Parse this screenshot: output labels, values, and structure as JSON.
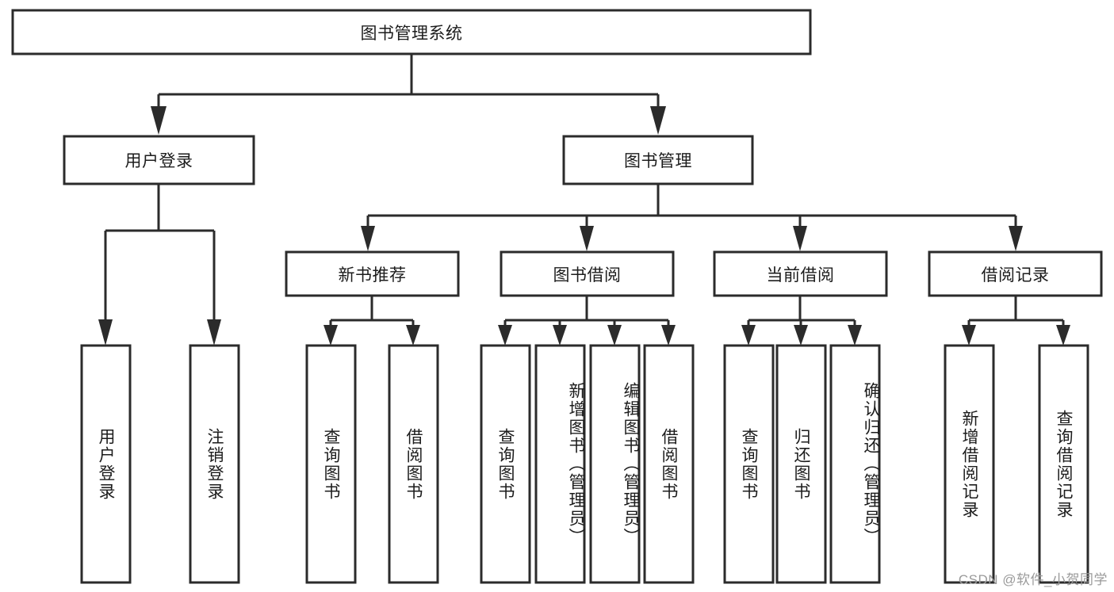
{
  "diagram": {
    "type": "hierarchy-tree",
    "title": "图书管理系统",
    "root": {
      "id": "root",
      "label": "图书管理系统"
    },
    "level2": [
      {
        "id": "user-login",
        "label": "用户登录"
      },
      {
        "id": "book-management",
        "label": "图书管理"
      }
    ],
    "level3": [
      {
        "id": "new-book-recommend",
        "label": "新书推荐",
        "parent": "book-management"
      },
      {
        "id": "book-borrow",
        "label": "图书借阅",
        "parent": "book-management"
      },
      {
        "id": "current-borrow",
        "label": "当前借阅",
        "parent": "book-management"
      },
      {
        "id": "borrow-record",
        "label": "借阅记录",
        "parent": "book-management"
      }
    ],
    "leaves": [
      {
        "id": "leaf-user-login",
        "label": "用户登录",
        "parent": "user-login"
      },
      {
        "id": "leaf-logout-login",
        "label": "注销登录",
        "parent": "user-login"
      },
      {
        "id": "leaf-query-book-1",
        "label": "查询图书",
        "parent": "new-book-recommend"
      },
      {
        "id": "leaf-borrow-book-1",
        "label": "借阅图书",
        "parent": "new-book-recommend"
      },
      {
        "id": "leaf-query-book-2",
        "label": "查询图书",
        "parent": "book-borrow"
      },
      {
        "id": "leaf-add-book",
        "label": "新增图书（管理员）",
        "parent": "book-borrow"
      },
      {
        "id": "leaf-edit-book",
        "label": "编辑图书（管理员）",
        "parent": "book-borrow"
      },
      {
        "id": "leaf-borrow-book-2",
        "label": "借阅图书",
        "parent": "book-borrow"
      },
      {
        "id": "leaf-query-book-3",
        "label": "查询图书",
        "parent": "current-borrow"
      },
      {
        "id": "leaf-return-book",
        "label": "归还图书",
        "parent": "current-borrow"
      },
      {
        "id": "leaf-confirm-return",
        "label": "确认归还（管理员）",
        "parent": "current-borrow"
      },
      {
        "id": "leaf-add-record",
        "label": "新增借阅记录",
        "parent": "borrow-record"
      },
      {
        "id": "leaf-query-record",
        "label": "查询借阅记录",
        "parent": "borrow-record"
      }
    ],
    "colors": {
      "stroke": "#2b2b2b",
      "fill": "#ffffff",
      "text": "#1c1c1c",
      "watermark": "#9a9a9a"
    }
  },
  "watermark": {
    "text": "CSDN @软件_小贺同学"
  }
}
